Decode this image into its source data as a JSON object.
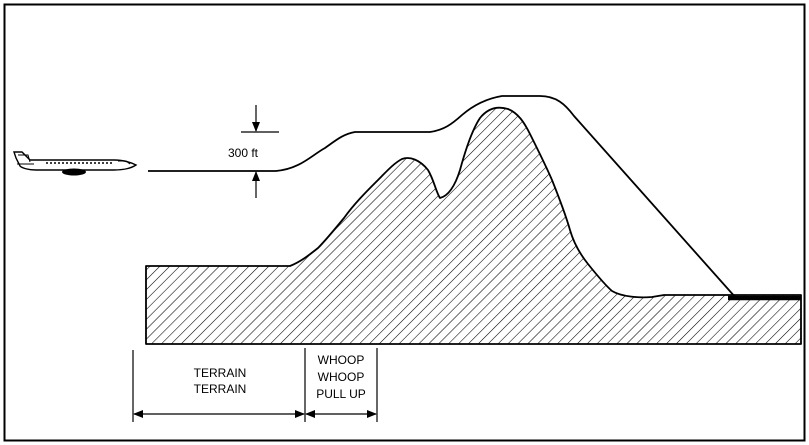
{
  "diagram": {
    "altitude_label": "300 ft",
    "caution_zone": {
      "line1": "TERRAIN",
      "line2": "TERRAIN"
    },
    "warning_zone": {
      "line1": "WHOOP",
      "line2": "WHOOP",
      "line3": "PULL UP"
    }
  },
  "colors": {
    "ink": "#000000",
    "background": "#ffffff"
  },
  "icons": {
    "aircraft": "regional-jet-side-view"
  }
}
